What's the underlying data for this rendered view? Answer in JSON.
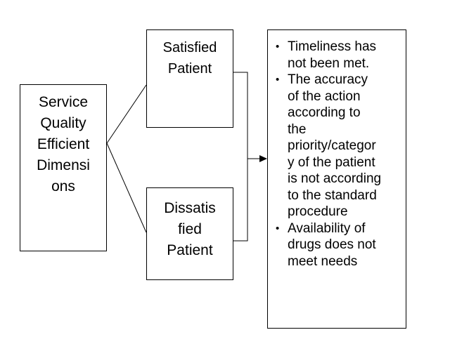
{
  "dimension_box": {
    "lines": [
      "Service",
      "Quality",
      "Efficient",
      "Dimensi",
      "ons"
    ]
  },
  "satisfied_box": {
    "lines": [
      "Satisfied",
      "Patient"
    ]
  },
  "dissatisfied_box": {
    "lines": [
      "Dissatis",
      "fied",
      "Patient"
    ]
  },
  "result_box": {
    "bullet_symbol": "•",
    "items": [
      {
        "lines": [
          "Timeliness has",
          "not been met."
        ]
      },
      {
        "lines": [
          "The accuracy",
          "of the action",
          "according to",
          "the",
          "priority/categor",
          "y of the patient",
          "is not according",
          "to the standard",
          "procedure"
        ]
      },
      {
        "lines": [
          "Availability of",
          "drugs does not",
          "meet needs"
        ]
      }
    ]
  }
}
